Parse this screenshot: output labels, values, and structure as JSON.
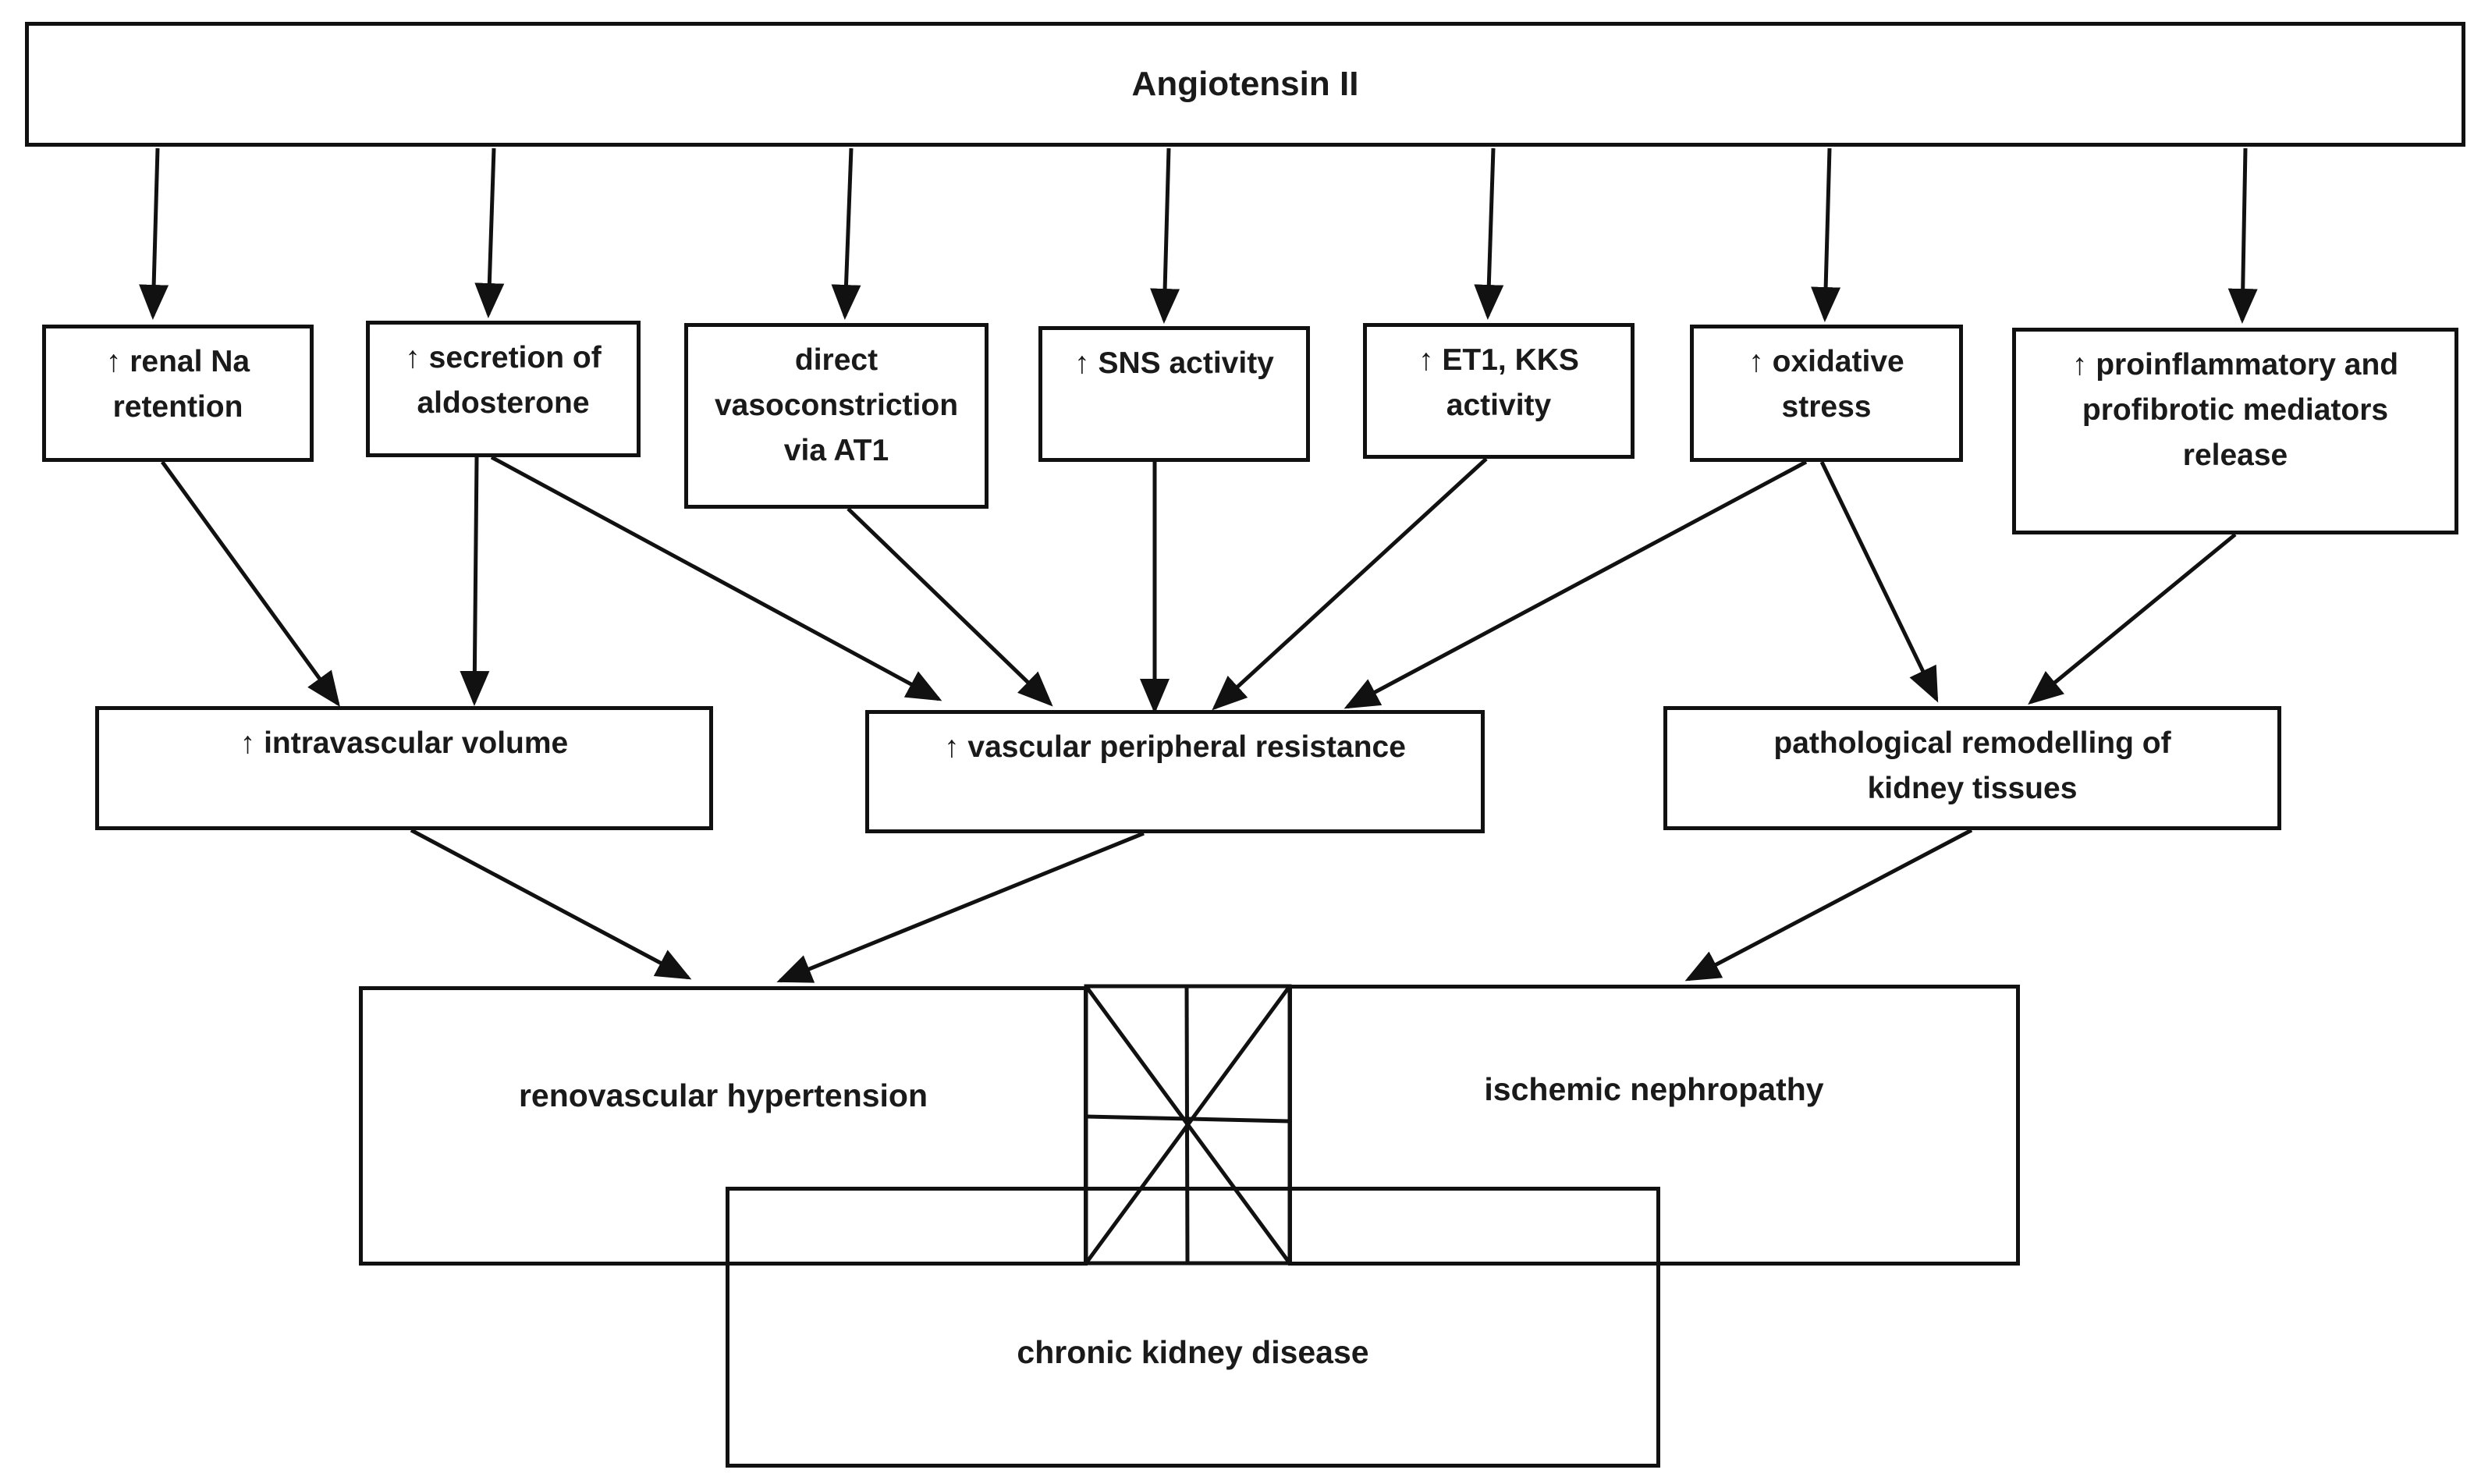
{
  "title": "Angiotensin II",
  "mechanisms": [
    "↑ renal Na retention",
    "↑ secretion of aldosterone",
    "direct vasoconstriction via AT1",
    "↑ SNS activity",
    "↑ ET1, KKS activity",
    "↑ oxidative stress",
    "↑ proinflammatory and profibrotic mediators release"
  ],
  "effects": [
    "↑ intravascular volume",
    "↑ vascular peripheral resistance",
    "pathological remodelling of kidney tissues"
  ],
  "outcomes": {
    "renovascular_hypertension": "renovascular hypertension",
    "ischemic_nephropathy": "ischemic nephropathy",
    "chronic_kidney_disease": "chronic kidney disease"
  },
  "colors": {
    "stroke": "#111111",
    "background": "#ffffff"
  }
}
